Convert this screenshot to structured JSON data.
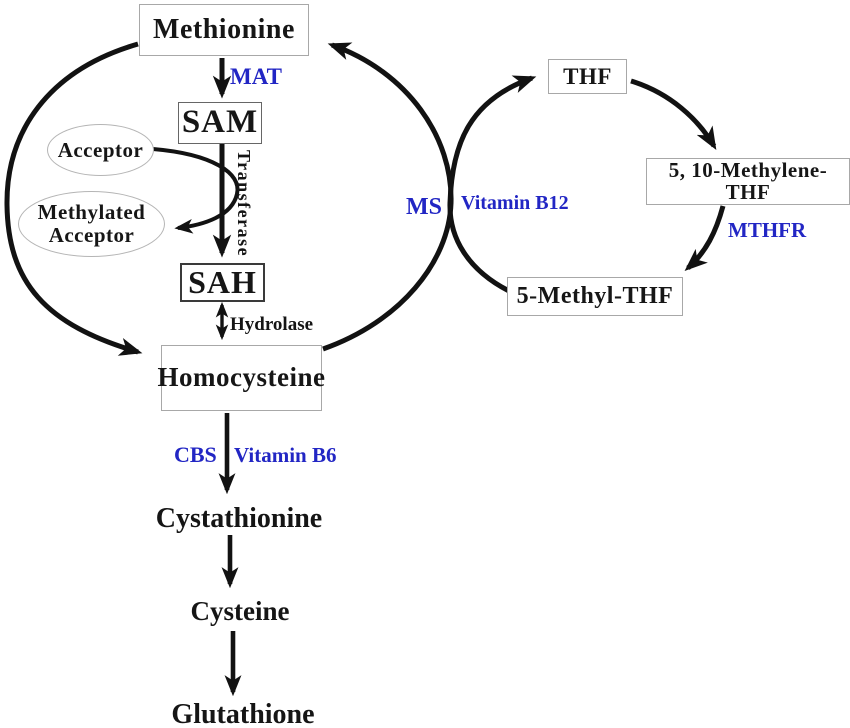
{
  "diagram": {
    "title_hint": "Methionine and folate cycle pathway",
    "nodes": {
      "methionine": "Methionine",
      "sam": "SAM",
      "sah": "SAH",
      "homocysteine": "Homocysteine",
      "acceptor": "Acceptor",
      "methylated_acceptor": "Methylated Acceptor",
      "cystathionine": "Cystathionine",
      "cysteine": "Cysteine",
      "glutathione": "Glutathione",
      "thf": "THF",
      "methylene_thf": "5, 10-Methylene-THF",
      "methyl_thf": "5-Methyl-THF"
    },
    "enzymes": {
      "mat": "MAT",
      "transferase": "Transferase",
      "hydrolase": "Hydrolase",
      "cbs": "CBS",
      "vitamin_b6": "Vitamin B6",
      "ms": "MS",
      "vitamin_b12": "Vitamin B12",
      "mthfr": "MTHFR"
    },
    "colors": {
      "enzyme_blue": "#2226c4",
      "text_black": "#151515",
      "arrow_black": "#121212",
      "box_border": "#a8a8a8",
      "background": "#ffffff"
    }
  }
}
